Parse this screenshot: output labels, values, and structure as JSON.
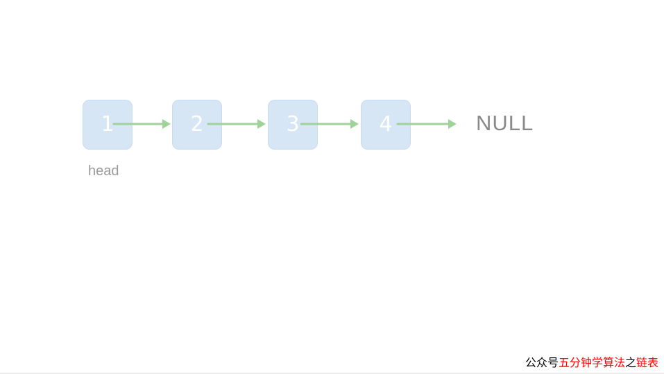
{
  "diagram": {
    "nodes": [
      {
        "value": "1"
      },
      {
        "value": "2"
      },
      {
        "value": "3"
      },
      {
        "value": "4"
      }
    ],
    "null_label": "NULL",
    "head_label": "head",
    "colors": {
      "node_fill": "#cfe2f3",
      "node_text": "#ffffff",
      "arrow": "#9fd39a",
      "null_text": "#8a8a8a",
      "head_text": "#9a9a9a"
    }
  },
  "footer": {
    "prefix": "公众号",
    "highlight1": "五分钟学算法",
    "middle": "之",
    "highlight2": "链表",
    "colors": {
      "normal": "#000000",
      "highlight": "#ff0000"
    }
  }
}
